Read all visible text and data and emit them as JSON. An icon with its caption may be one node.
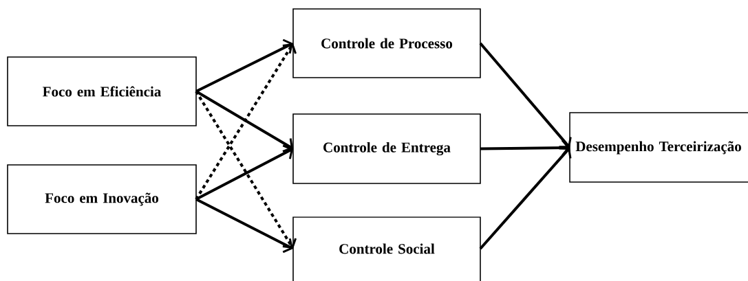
{
  "diagram": {
    "nodes": [
      {
        "text": [
          "Foco em Eficiência"
        ]
      },
      {
        "text": [
          "Foco em Inovação"
        ]
      },
      {
        "text": [
          "Controle de Processo"
        ]
      },
      {
        "text": [
          "Controle de Entrega"
        ]
      },
      {
        "text": [
          "Controle Social"
        ]
      },
      {
        "text": [
          "Desempenho Terceirização"
        ]
      }
    ],
    "edges": [
      {
        "from": 0,
        "to": 2,
        "arrow": "to"
      },
      {
        "from": 0,
        "to": 3,
        "arrow": "to"
      },
      {
        "from": 0,
        "to": 4,
        "arrow": "to",
        "style": "dashed"
      },
      {
        "from": 1,
        "to": 2,
        "arrow": "to",
        "style": "dashed"
      },
      {
        "from": 1,
        "to": 3,
        "arrow": "to"
      },
      {
        "from": 1,
        "to": 4,
        "arrow": "to"
      },
      {
        "from": 2,
        "to": 5,
        "arrow": "to"
      },
      {
        "from": 3,
        "to": 5,
        "arrow": "to"
      },
      {
        "from": 4,
        "to": 5,
        "arrow": "to"
      }
    ]
  }
}
